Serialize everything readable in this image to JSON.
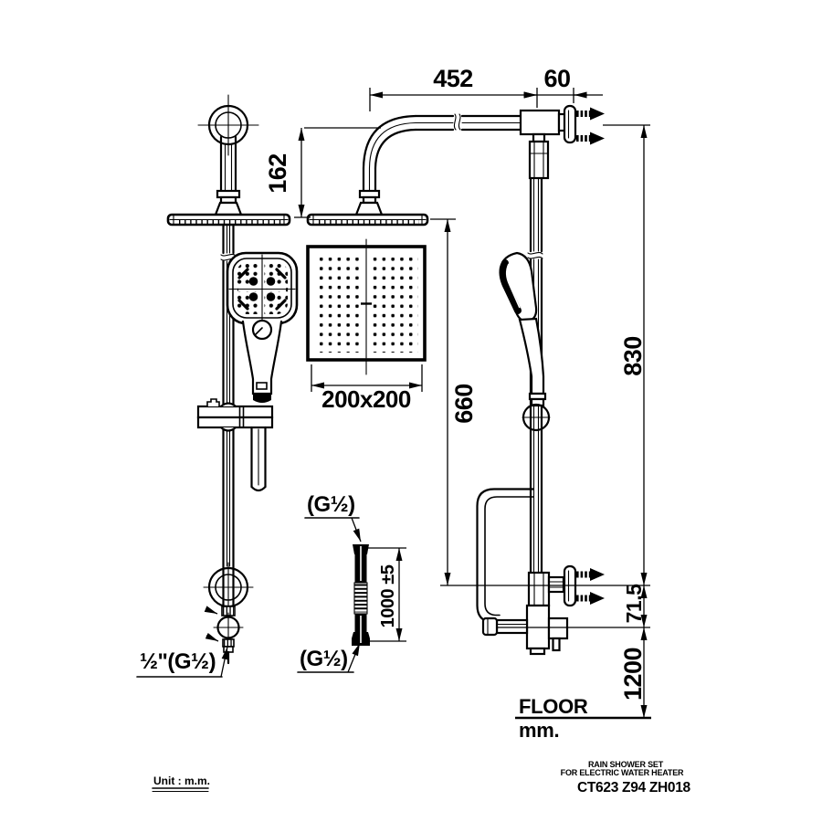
{
  "dimensions": {
    "arm_length": "452",
    "wall_offset": "60",
    "arm_drop": "162",
    "head_size": "200x200",
    "head_to_outlet": "660",
    "rail_span": "830",
    "bracket_to_outlet": "71.5",
    "outlet_to_floor": "1200",
    "hose_length": "1000 ±5"
  },
  "labels": {
    "hose_top_thread": "(G½)",
    "hose_bottom_thread": "(G½)",
    "outlet_thread": "½\"(G½)",
    "floor": "FLOOR",
    "floor_unit": "mm."
  },
  "title_block": {
    "product_line1": "RAIN SHOWER SET",
    "product_line2": "FOR ELECTRIC WATER HEATER",
    "model": "CT623 Z94 ZH018"
  },
  "unit_note": {
    "label": "Unit : m.m."
  },
  "colors": {
    "line": "#000000",
    "background": "#ffffff"
  }
}
